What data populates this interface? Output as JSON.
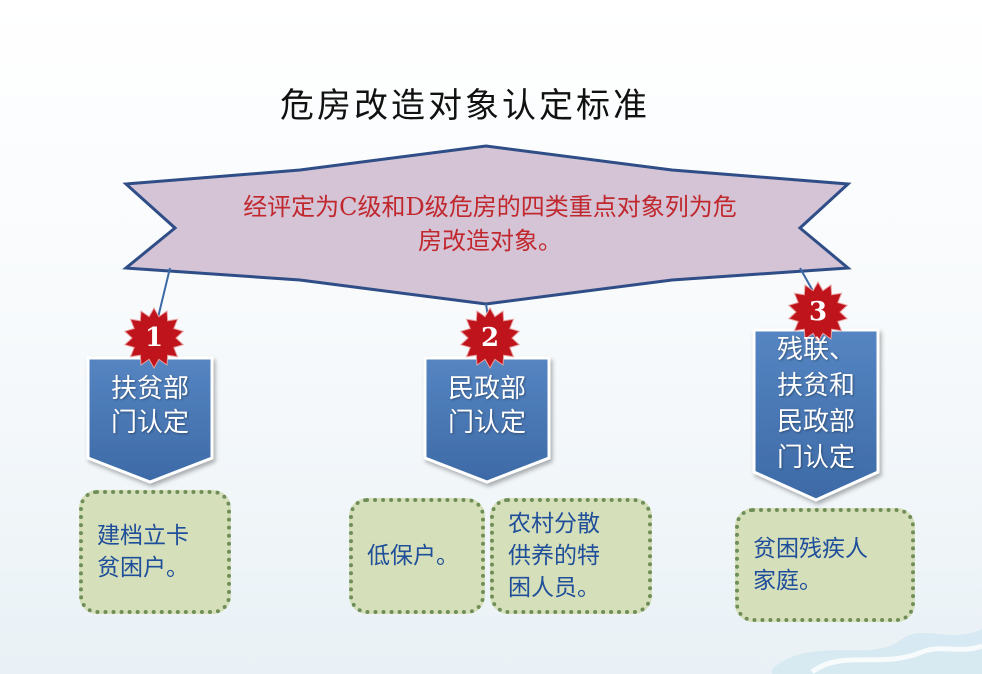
{
  "title": "危房改造对象认定标准",
  "banner": {
    "line1": "经评定为C级和D级危房的四类重点对象列为危",
    "line2": "房改造对象。"
  },
  "categories": [
    {
      "number": "1",
      "label_lines": [
        "扶贫部",
        "门认定"
      ]
    },
    {
      "number": "2",
      "label_lines": [
        "民政部",
        "门认定"
      ]
    },
    {
      "number": "3",
      "label_lines": [
        "残联、",
        "扶贫和",
        "民政部",
        "门认定"
      ]
    }
  ],
  "notes": [
    {
      "lines": [
        "建档立卡",
        "贫困户。"
      ]
    },
    {
      "lines": [
        "低保户。"
      ]
    },
    {
      "lines": [
        "农村分散",
        "供养的特",
        "困人员。"
      ]
    },
    {
      "lines": [
        "贫困残疾人",
        "家庭。"
      ]
    }
  ],
  "colors": {
    "banner_fill": "#d5c3d6",
    "banner_stroke": "#2f4d86",
    "banner_text": "#c0282d",
    "pentagon_fill": "#4a78b6",
    "pentagon_stroke": "#ffffff",
    "badge_fill": "#c0141c",
    "note_fill": "#d5dfb9",
    "note_border": "#6f8e58",
    "note_text": "#1f4e9a"
  }
}
